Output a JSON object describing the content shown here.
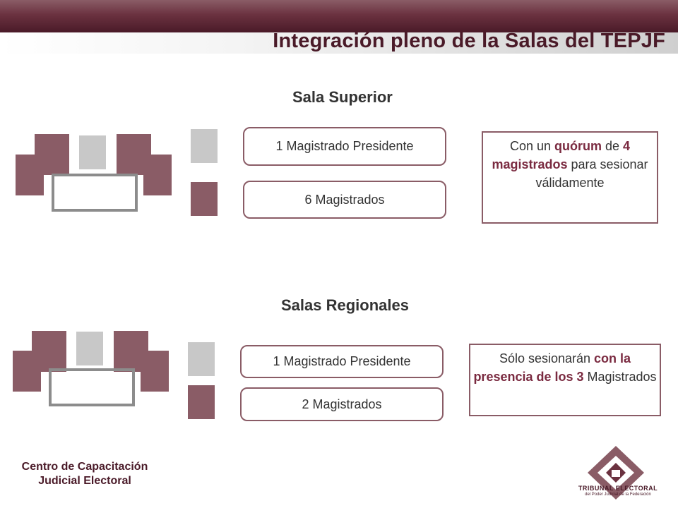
{
  "slide": {
    "title": "Integración pleno de la Salas del TEPJF"
  },
  "sala_superior": {
    "heading": "Sala Superior",
    "presidente_label": "1 Magistrado Presidente",
    "magistrados_label": "6 Magistrados",
    "note": {
      "part1": "Con un ",
      "part2": "quórum",
      "part3": " de ",
      "part4": "4 magistrados",
      "part5": " para sesionar válidamente"
    }
  },
  "salas_regionales": {
    "heading": "Salas Regionales",
    "presidente_label": "1 Magistrado Presidente",
    "magistrados_label": "2 Magistrados",
    "note": {
      "part1": "Sólo sesionarán ",
      "part2": "con la presencia de los 3",
      "part3": " Magistrados"
    }
  },
  "footer": {
    "line1": "Centro de Capacitación",
    "line2": "Judicial Electoral"
  },
  "logo": {
    "name": "TRIBUNAL ELECTORAL",
    "subtitle": "del Poder Judicial de la Federación"
  },
  "colors": {
    "brand": "#6b3240",
    "accent": "#8a5c66",
    "gray": "#c8c8c8"
  },
  "icons": {
    "presidente_legend": "gray-square-icon",
    "magistrado_legend": "maroon-square-icon",
    "logo": "tribunal-electoral-logo"
  }
}
